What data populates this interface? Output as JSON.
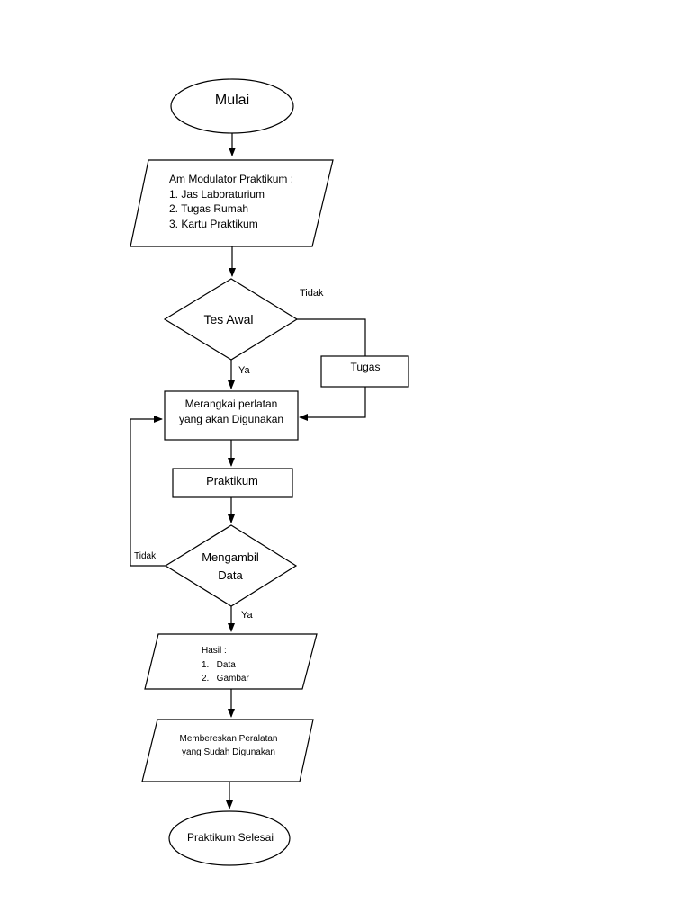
{
  "flowchart": {
    "start": {
      "label": "Mulai"
    },
    "input_requirements": {
      "title": "Am Modulator  Praktikum :",
      "items": [
        "1.  Jas Laboraturium",
        "2.  Tugas Rumah",
        "3.  Kartu Praktikum"
      ]
    },
    "decision_pretest": {
      "label": "Tes Awal",
      "no_label": "Tidak",
      "yes_label": "Ya"
    },
    "task_box": {
      "label": "Tugas"
    },
    "assemble_box": {
      "line1": "Merangkai perlatan",
      "line2": "yang akan Digunakan"
    },
    "practicum_box": {
      "label": "Praktikum"
    },
    "decision_data": {
      "line1": "Mengambil",
      "line2": "Data",
      "no_label": "Tidak",
      "yes_label": "Ya"
    },
    "output_results": {
      "title": "Hasil :",
      "items": [
        "1.   Data",
        "2.   Gambar"
      ]
    },
    "cleanup_box": {
      "line1": "Membereskan Peralatan",
      "line2": "yang Sudah Digunakan"
    },
    "end": {
      "label": "Praktikum Selesai"
    }
  }
}
